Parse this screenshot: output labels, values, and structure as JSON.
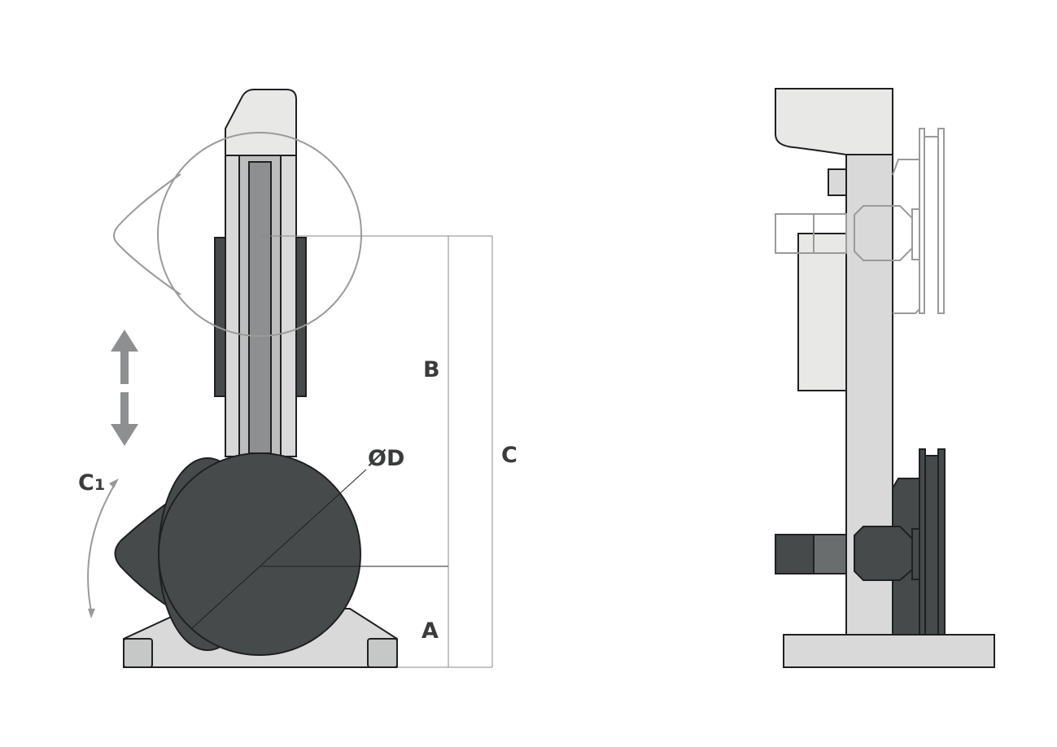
{
  "labels": {
    "a": "A",
    "b": "B",
    "c": "C",
    "diameter": "ØD",
    "c1_main": "C",
    "c1_sub": "1"
  },
  "colors": {
    "dark": "#474a4b",
    "mid": "#8e8f91",
    "light": "#d9d9d9",
    "lighter": "#e8e8e7",
    "ghost": "#9a9a9a"
  }
}
